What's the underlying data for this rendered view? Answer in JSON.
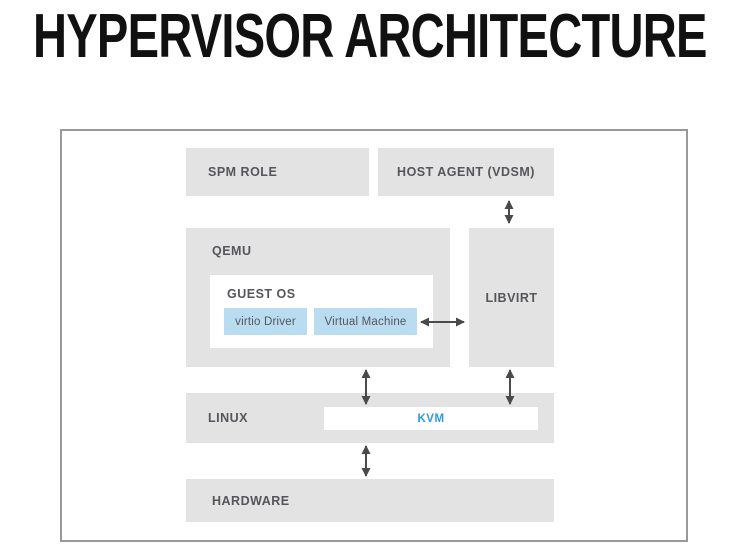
{
  "title": "HYPERVISOR ARCHITECTURE",
  "colors": {
    "box_gray": "#e3e3e4",
    "box_blue": "#b9dcf1",
    "label_text": "#55565a",
    "kvm_blue": "#2f9bd8",
    "arrow": "#4a4a4c",
    "frame_border": "#97999b",
    "title_text": "#111111"
  },
  "diagram": {
    "spm_role": "SPM ROLE",
    "host_agent": "HOST AGENT (VDSM)",
    "qemu": "QEMU",
    "guest_os": "GUEST OS",
    "virtio_driver": "virtio Driver",
    "virtual_machine": "Virtual Machine",
    "libvirt": "LIBVIRT",
    "linux": "LINUX",
    "kvm": "KVM",
    "hardware": "HARDWARE"
  }
}
